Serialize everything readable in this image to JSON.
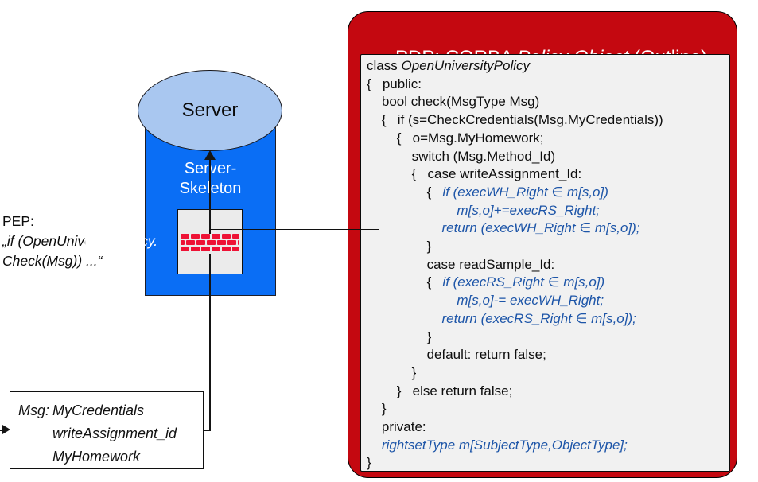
{
  "colors": {
    "pdp_red": "#c40810",
    "panel_gray": "#f1f1f1",
    "code_blue": "#1d55a8",
    "server_blue": "#0a6ef5",
    "ellipse_blue": "#a9c7f0",
    "brick_red": "#ee1235"
  },
  "server": {
    "label": "Server",
    "skeleton_line1": "Server-",
    "skeleton_line2": "Skeleton"
  },
  "pep": {
    "label": "PEP:",
    "line1": "„if (OpenUniversityPolicy.",
    "line2": "Check(Msg)) ...“"
  },
  "msg_box": {
    "label": "Msg:",
    "values": [
      "MyCredentials",
      "writeAssignment_id",
      "MyHomework"
    ]
  },
  "pdp": {
    "title_prefix": "PDP: CORBA ",
    "title_italic": "Policy Object",
    "title_suffix": " (Outline)",
    "code_lines": [
      [
        {
          "s": "k",
          "t": "class "
        },
        {
          "s": "i",
          "t": "OpenUniversityPolicy"
        }
      ],
      [
        {
          "s": "k",
          "t": "{   public:"
        }
      ],
      [
        {
          "s": "k",
          "t": "    bool check(MsgType Msg)"
        }
      ],
      [
        {
          "s": "k",
          "t": "    {   if (s=CheckCredentials(Msg.MyCredentials))"
        }
      ],
      [
        {
          "s": "k",
          "t": "        {   o=Msg.MyHomework;"
        }
      ],
      [
        {
          "s": "k",
          "t": "            switch (Msg.Method_Id)"
        }
      ],
      [
        {
          "s": "k",
          "t": "            {   case writeAssignment_Id:"
        }
      ],
      [
        {
          "s": "k",
          "t": "                {   "
        },
        {
          "s": "b",
          "t": "if (execWH_Right ∈ m[s,o])"
        }
      ],
      [
        {
          "s": "k",
          "t": "                        "
        },
        {
          "s": "b",
          "t": "m[s,o]+=execRS_Right;"
        }
      ],
      [
        {
          "s": "k",
          "t": "                    "
        },
        {
          "s": "b",
          "t": "return (execWH_Right ∈ m[s,o]);"
        }
      ],
      [
        {
          "s": "k",
          "t": "                }"
        }
      ],
      [
        {
          "s": "k",
          "t": "                case readSample_Id:"
        }
      ],
      [
        {
          "s": "k",
          "t": "                {   "
        },
        {
          "s": "b",
          "t": "if (execRS_Right ∈ m[s,o])"
        }
      ],
      [
        {
          "s": "k",
          "t": "                        "
        },
        {
          "s": "b",
          "t": "m[s,o]-= execWH_Right;"
        }
      ],
      [
        {
          "s": "k",
          "t": "                    "
        },
        {
          "s": "b",
          "t": "return (execRS_Right ∈ m[s,o]);"
        }
      ],
      [
        {
          "s": "k",
          "t": "                }"
        }
      ],
      [
        {
          "s": "k",
          "t": "                default: return false;"
        }
      ],
      [
        {
          "s": "k",
          "t": "            }"
        }
      ],
      [
        {
          "s": "k",
          "t": "        }   else return false;"
        }
      ],
      [
        {
          "s": "k",
          "t": "    }"
        }
      ],
      [
        {
          "s": "k",
          "t": "    private:"
        }
      ],
      [
        {
          "s": "k",
          "t": "    "
        },
        {
          "s": "b",
          "t": "rightsetType m[SubjectType,ObjectType];"
        }
      ],
      [
        {
          "s": "k",
          "t": "}"
        }
      ]
    ]
  }
}
